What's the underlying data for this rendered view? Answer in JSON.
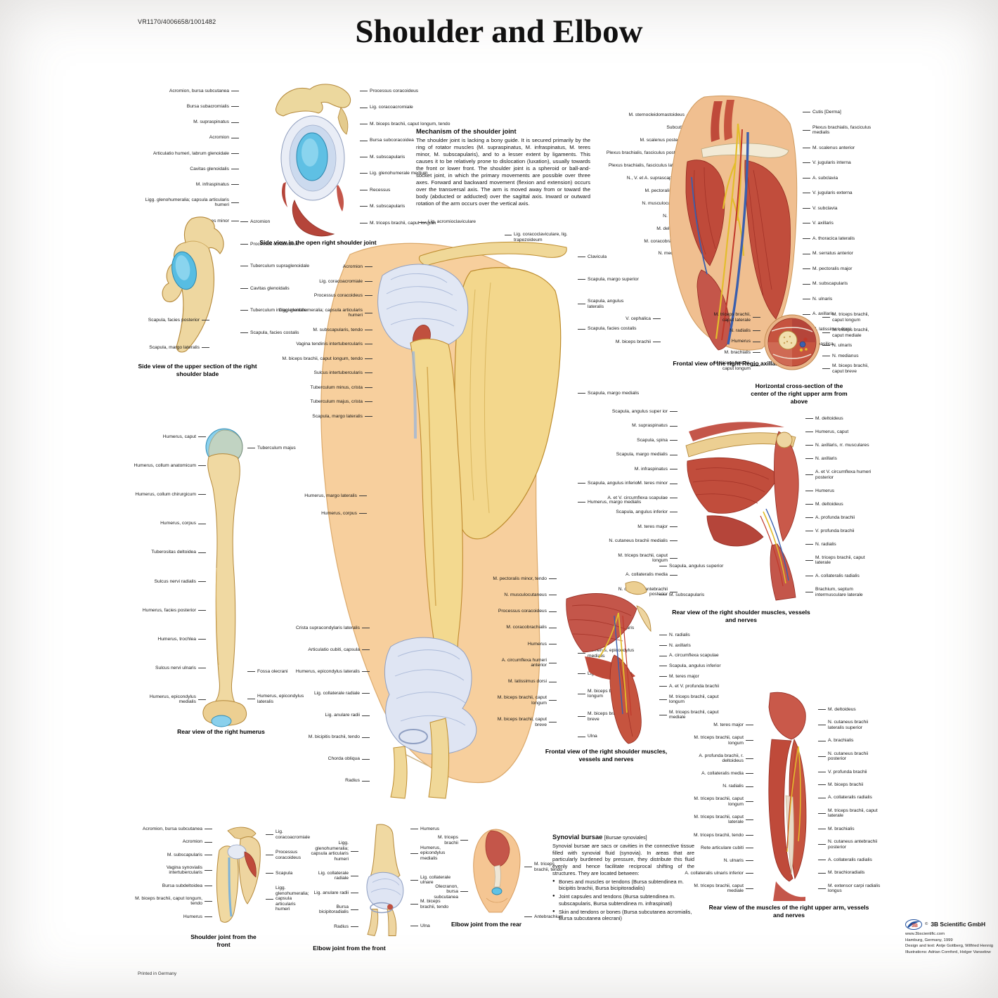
{
  "header": {
    "code": "VR1170/4006658/1001482",
    "title": "Shoulder and Elbow"
  },
  "sections": {
    "open_joint": {
      "caption": "Side view in the open right shoulder joint",
      "left": [
        "Acromion, bursa subcutanea",
        "Bursa subacromialis",
        "M. supraspinatus",
        "Acromion",
        "Articulatio humeri, labrum glenoidale",
        "Cavitas glenoidalis",
        "M. infraspinatus",
        "Ligg. glenohumeralia; capsula articularis humeri",
        "M. teres minor"
      ],
      "right": [
        "Processus coracoideus",
        "Lig. coracoacromiale",
        "M. biceps brachii, caput longum, tendo",
        "Bursa subcoracoidea",
        "M. subscapularis",
        "Lig. glenohumerale medium",
        "Recessus",
        "M. subscapularis",
        "M. triceps brachii, caput longum"
      ]
    },
    "mechanism": {
      "title": "Mechanism of the shoulder joint",
      "body": "The shoulder joint is lacking a bony guide. It is secured primarily by the ring of rotator muscles (M. supraspinatus, M. infraspinatus, M. teres minor, M. subscapularis), and to a lesser extent by ligaments. This causes it to be relatively prone to dislocation (luxation), usually towards the front or lower front. The shoulder joint is a spheroid or ball-and-socket joint, in which the primary movements are possible over three axes. Forward and backward movement (flexion and extension) occurs over the transversal axis. The arm is moved away from or toward the body (abducted or adducted) over the sagittal axis. Inward or outward rotation of the arm occurs over the vertical axis."
    },
    "scapula_side": {
      "caption": "Side view of the upper section of the right shoulder blade",
      "left": [
        "Scapula, facies posterior",
        "Scapula, margo lateralis"
      ],
      "right": [
        "Acromion",
        "Processus coracoideus",
        "Tuberculum supraglenoidale",
        "Cavitas glenoidalis",
        "Tuberculum infraglenoidale",
        "Scapula, facies costalis"
      ]
    },
    "humerus_rear": {
      "caption": "Rear view of the right humerus",
      "left": [
        "Humerus, caput",
        "Humerus, collum anatomicum",
        "Humerus, collum chirurgicum",
        "Humerus, corpus",
        "Tuberositas deltoidea",
        "Sulcus nervi radialis",
        "Humerus, facies posterior",
        "Humerus, trochlea",
        "Sulcus nervi ulnaris",
        "Humerus, epicondylus medialis"
      ],
      "right_top": [
        "Tuberculum majus"
      ],
      "right_bottom": [
        "Fossa olecrani",
        "Humerus, epicondylus lateralis"
      ]
    },
    "central": {
      "top1": "Lig. acromioclaviculare",
      "top2": "Lig. coracoclaviculare, lig. trapezoideum",
      "left_top": [
        "Acromion",
        "Lig. coracoacromiale",
        "Processus coracoideus",
        "Ligg. glenohumeralia; capsula articularis humeri",
        "M. subscapularis, tendo",
        "Vagina tendinis intertubercularis",
        "M. biceps brachii, caput longum, tendo",
        "Sulcus intertubercularis",
        "Tuberculum minus, crista",
        "Tuberculum majus, crista",
        "Scapula, margo lateralis"
      ],
      "left_mid": [
        "Humerus, margo lateralis",
        "Humerus, corpus"
      ],
      "left_bottom": [
        "Crista supracondylaris lateralis",
        "Articulatio cubiti, capsula",
        "Humerus, epicondylus lateralis",
        "Lig. collaterale radiale",
        "Lig. anulare radii",
        "M. bicipitis brachii, tendo",
        "Chorda obliqua",
        "Radius"
      ],
      "right_top": [
        "Clavicula",
        "Scapula, margo superior",
        "Scapula, angulus lateralis",
        "Scapula, facies costalis"
      ],
      "right_mid1": [
        "Scapula, margo medialis"
      ],
      "right_mid2": [
        "Scapula, angulus inferior",
        "Humerus, margo medialis"
      ],
      "right_bottom": [
        "Crista supracondylaris medialis",
        "Humerus, epicondylus medialis",
        "Lig. collaterale ulnare",
        "M. biceps brachii, caput longum",
        "M. biceps brachii, caput breve",
        "Ulna"
      ]
    },
    "axillaris": {
      "caption": "Frontal view of the right Regio axillaris",
      "left": [
        "M. sternocleidomastoideus",
        "Subcutis",
        "M. scalenus posterior",
        "Plexus brachialis, fasciculus posterior",
        "Plexus brachialis, fasciculus lateralis",
        "N., V. et A. suprascapulares",
        "M. pectoralis minor",
        "N. musculocutaneus",
        "N. axillaris",
        "M. deltoideus",
        "M. coracobrachialis",
        "N. medianus"
      ],
      "left_extra": [
        "V. cephalica",
        "M. biceps brachii"
      ],
      "right": [
        "Cutis [Derma]",
        "Plexus brachialis, fasciculus medialis",
        "M. scalenus anterior",
        "V. jugularis interna",
        "A. subclavia",
        "V. jugularis externa",
        "V. subclavia",
        "V. axillaris",
        "A. thoracica lateralis",
        "M. serratus anterior",
        "M. pectoralis major",
        "M. subscapularis",
        "N. ulnaris",
        "A. axillaris",
        "M. latissimus dorsi",
        "V. basilica"
      ]
    },
    "cross_section": {
      "caption": "Horizontal cross-section of the center of the right upper arm from above",
      "left": [
        "M. triceps brachii, caput laterale",
        "N. radialis",
        "Humerus",
        "M. brachialis",
        "M. biceps brachii, caput longum"
      ],
      "right": [
        "M. triceps brachii, caput longum",
        "M. triceps brachii, caput mediale",
        "N. ulnaris",
        "N. medianus",
        "M. biceps brachii, caput breve"
      ]
    },
    "rear_shoulder": {
      "caption": "Rear view of the right shoulder muscles, vessels and nerves",
      "left": [
        "Scapula, angulus super ior",
        "M. supraspinatus",
        "Scapula, spina",
        "Scapula, margo medialis",
        "M. infraspinatus",
        "M. teres minor",
        "A. et V. circumflexa scapulae",
        "Scapula, angulus inferior",
        "M. teres major",
        "N. cutaneus brachii medialis",
        "M. triceps brachii, caput longum",
        "A. collateralis media",
        "N. cutaneus antebrachii posterior"
      ],
      "right": [
        "M. deltoideus",
        "Humerus, caput",
        "N. axillaris, rr. musculares",
        "N. axillaris",
        "A. et V. circumflexa humeri posterior",
        "Humerus",
        "M. deltoideus",
        "A. profunda brachii",
        "V. profunda brachii",
        "N. radialis",
        "M. triceps brachii, caput laterale",
        "A. collateralis radialis",
        "Brachium, septum intermusculare laterale"
      ]
    },
    "frontal_shoulder": {
      "caption": "Frontal view of the right shoulder muscles, vessels and nerves",
      "left": [
        "M. pectoralis minor, tendo",
        "N. musculocutaneus",
        "Processus coracoideus",
        "M. coracobrachialis",
        "Humerus",
        "A. circumflexa humeri anterior",
        "M. latissimus dorsi",
        "M. biceps brachii, caput longum",
        "M. biceps brachii, caput breve"
      ],
      "right_top": [
        "Scapula, angulus superior",
        "M. subscapularis"
      ],
      "right_bottom": [
        "N. radialis",
        "N. axillaris",
        "A. circumflexa scapulae",
        "Scapula, angulus inferior",
        "M. teres major",
        "A. et V. profunda brachii",
        "M. triceps brachii, caput longum",
        "M. triceps brachii, caput mediale"
      ]
    },
    "arm_rear": {
      "caption": "Rear view of the muscles of the right upper arm, vessels and nerves",
      "left": [
        "M. teres major",
        "M. triceps brachii, caput longum",
        "A. profunda brachii, r. deltoideus",
        "A. collateralis media",
        "N. radialis",
        "M. triceps brachii, caput longum",
        "M. triceps brachii, caput laterale",
        "M. triceps brachii, tendo",
        "Rete articulare cubiti",
        "N. ulnaris",
        "A. collateralis ulnaris inferior",
        "M. triceps brachii, caput mediale"
      ],
      "right": [
        "M. deltoideus",
        "N. cutaneus brachii lateralis superior",
        "A. brachialis",
        "N. cutaneus brachii posterior",
        "V. profunda brachii",
        "M. biceps brachii",
        "A. collateralis radialis",
        "M. triceps brachii, caput laterale",
        "M. brachialis",
        "N. cutaneus antebrachii posterior",
        "A. collateralis radialis",
        "M. brachioradialis",
        "M. extensor carpi radialis longus"
      ]
    },
    "shoulder_front": {
      "caption": "Shoulder joint from the front",
      "left": [
        "Acromion, bursa subcutanea",
        "Acromion",
        "M. subscapularis",
        "Vagina synovialis intertubercularis",
        "Bursa subdeltoidea",
        "M. biceps brachii, caput longum, tendo",
        "Humerus"
      ],
      "right": [
        "Lig. coracoacromiale",
        "Processus coracoideus",
        "Scapula",
        "Ligg. glenohumeralia; capsula articularis humeri"
      ]
    },
    "elbow_front": {
      "caption": "Elbow joint from the front",
      "left": [
        "Ligg. glenohumeralia; capsula articularis humeri",
        "Lig. collaterale radiale",
        "Lig. anulare radii",
        "Bursa bicipitoradialis",
        "Radius"
      ],
      "right": [
        "Humerus",
        "Humerus, epicondylus medialis",
        "Lig. collaterale ulnare",
        "M. biceps brachii, tendo",
        "Ulna"
      ]
    },
    "elbow_rear": {
      "caption": "Elbow joint from the rear",
      "left": [
        "M. triceps brachii",
        "Olecranon, bursa subcutanea"
      ],
      "right": [
        "M. triceps brachii, tendo",
        "Antebrachium"
      ]
    },
    "synovial": {
      "title": "Synovial bursae",
      "note": "[Bursae synoviales]",
      "body": "Synovial bursae are sacs or cavities in the connective tissue filled with synovial fluid (synovia). In areas that are particularly burdened by pressure, they distribute this fluid evenly and hence facilitate reciprocal shifting of the structures. They are located between:",
      "bullets": [
        "Bones and muscles or tendons (Bursa subtendinea m. bicipitis brachii, Bursa bicipitoradialis)",
        "Joint capsules and tendons (Bursa subtendinea m. subscapularis, Bursa subtendinea m. infraspinati)",
        "Skin and tendons or bones (Bursa subcutanea acromialis, Bursa subcutanea olecrani)"
      ]
    }
  },
  "footer": {
    "copyright": "©",
    "brand": "3B Scientific GmbH",
    "lines": [
      "www.3bscientific.com",
      "Hamburg, Germany, 1999",
      "Design and text: Antje Gottberg, Wilfried Hennig",
      "Illustrations: Adrian Cornford, Holger Vanselow"
    ]
  },
  "printed": "Printed in Germany",
  "colors": {
    "bone": "#f0d9a2",
    "cartilage": "#5fc0e4",
    "muscle": "#bf4a3a",
    "ligament": "#dfe5f3",
    "nerve": "#e3bd2c",
    "artery": "#c0392b",
    "vein": "#3a5fae",
    "skin": "#f7cf9d"
  }
}
